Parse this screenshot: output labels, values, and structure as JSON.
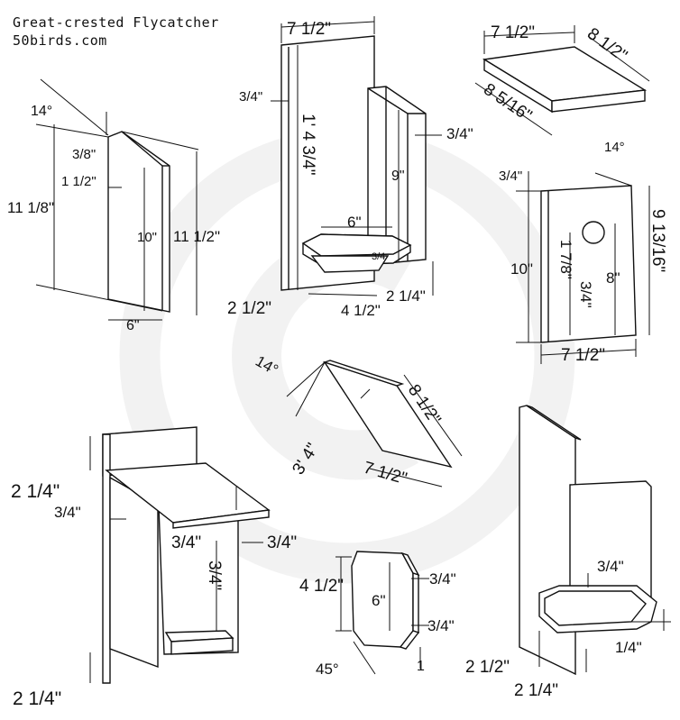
{
  "header": {
    "title": "Great-crested Flycatcher",
    "site": "50birds.com"
  },
  "dimensions": {
    "d_7half_back": "7 1/2\"",
    "d_1ft4": "1' 4 3/4\"",
    "d_3q_a": "3/4\"",
    "d_3q_b": "3/4\"",
    "d_9": "9\"",
    "d_6_floor": "6\"",
    "d_34_floor": "3/4",
    "d_2half": "2 1/2\"",
    "d_4half": "4 1/2\"",
    "d_2q": "2 1/4\"",
    "d_14_side": "14°",
    "d_38": "3/8\"",
    "d_1half": "1 1/2\"",
    "d_11eighth": "11 1/8\"",
    "d_10_side": "10\"",
    "d_11half": "11 1/2\"",
    "d_6_side": "6\"",
    "d_7half_roof": "7 1/2\"",
    "d_8half_roof": "8 1/2\"",
    "d_8516": "8 5/16\"",
    "d_14_front": "14°",
    "d_3q_front": "3/4\"",
    "d_10_front": "10\"",
    "d_91316": "9 13/16\"",
    "d_178": "1 7/8\"",
    "d_3q_hole": "3/4\"",
    "d_8_front": "8\"",
    "d_7half_front": "7 1/2\"",
    "d_14_mid": "14°",
    "d_314": "3' 4\"",
    "d_8half_mid": "8 1/2\"",
    "d_7half_mid": "7 1/2\"",
    "d_2q_tl": "2 1/4\"",
    "d_3q_bl": "3/4\"",
    "d_3q_bl2": "3/4\"",
    "d_3q_bl3": "3/4\"",
    "d_3q_bl4": "3/4\"",
    "d_2q_bl": "2 1/4\"",
    "d_4half_fl": "4 1/2\"",
    "d_6_fl": "6\"",
    "d_3q_fl": "3/4\"",
    "d_3q_fl2": "3/4\"",
    "d_45": "45°",
    "d_1_fl": "1",
    "d_3q_br": "3/4\"",
    "d_2half_br": "2 1/2\"",
    "d_1q_br": "1/4\"",
    "d_2q_br": "2 1/4\""
  }
}
